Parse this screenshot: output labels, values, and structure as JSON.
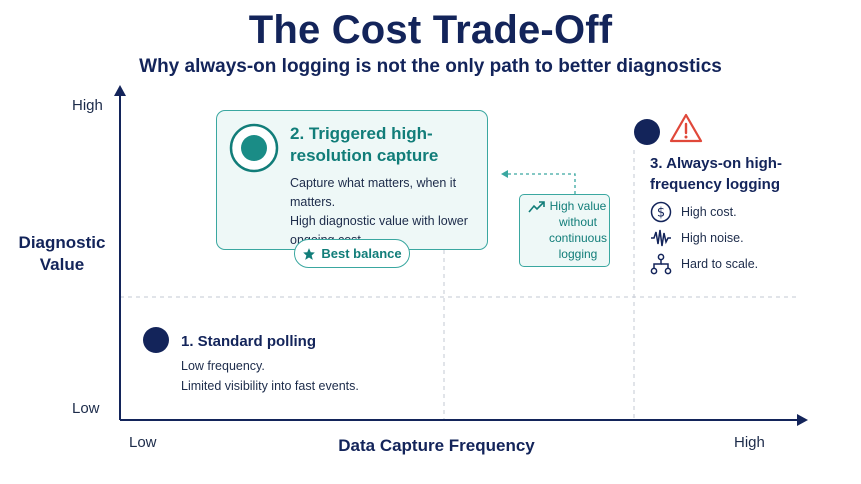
{
  "header": {
    "title": "The Cost Trade-Off",
    "subtitle": "Why always-on logging is not the only path to better diagnostics"
  },
  "axes": {
    "y_title": "Diagnostic Value",
    "y_high": "High",
    "y_low": "Low",
    "x_title": "Data Capture Frequency",
    "x_low": "Low",
    "x_high": "High"
  },
  "triggered": {
    "title": "2. Triggered high-resolution capture",
    "line1": "Capture what matters, when it matters.",
    "line2": "High diagnostic value with lower ongoing cost.",
    "badge": "Best balance"
  },
  "note": {
    "text": "High value without continuous logging"
  },
  "standard": {
    "title": "1. Standard polling",
    "line1": "Low frequency.",
    "line2": "Limited visibility into fast events."
  },
  "always_on": {
    "title": "3. Always-on high-frequency logging",
    "risks": [
      "High cost.",
      "High noise.",
      "Hard to scale."
    ]
  },
  "colors": {
    "navy": "#13245a",
    "teal": "#117d79",
    "teal_border": "#3aa7a0",
    "card_fill": "#eef8f7",
    "warning": "#e0483a"
  },
  "icons": {
    "triggered": "target-icon",
    "badge": "star-icon",
    "note": "trend-up-icon",
    "always_on": "warning-icon",
    "risks": [
      "dollar-icon",
      "waveform-icon",
      "network-icon"
    ]
  }
}
